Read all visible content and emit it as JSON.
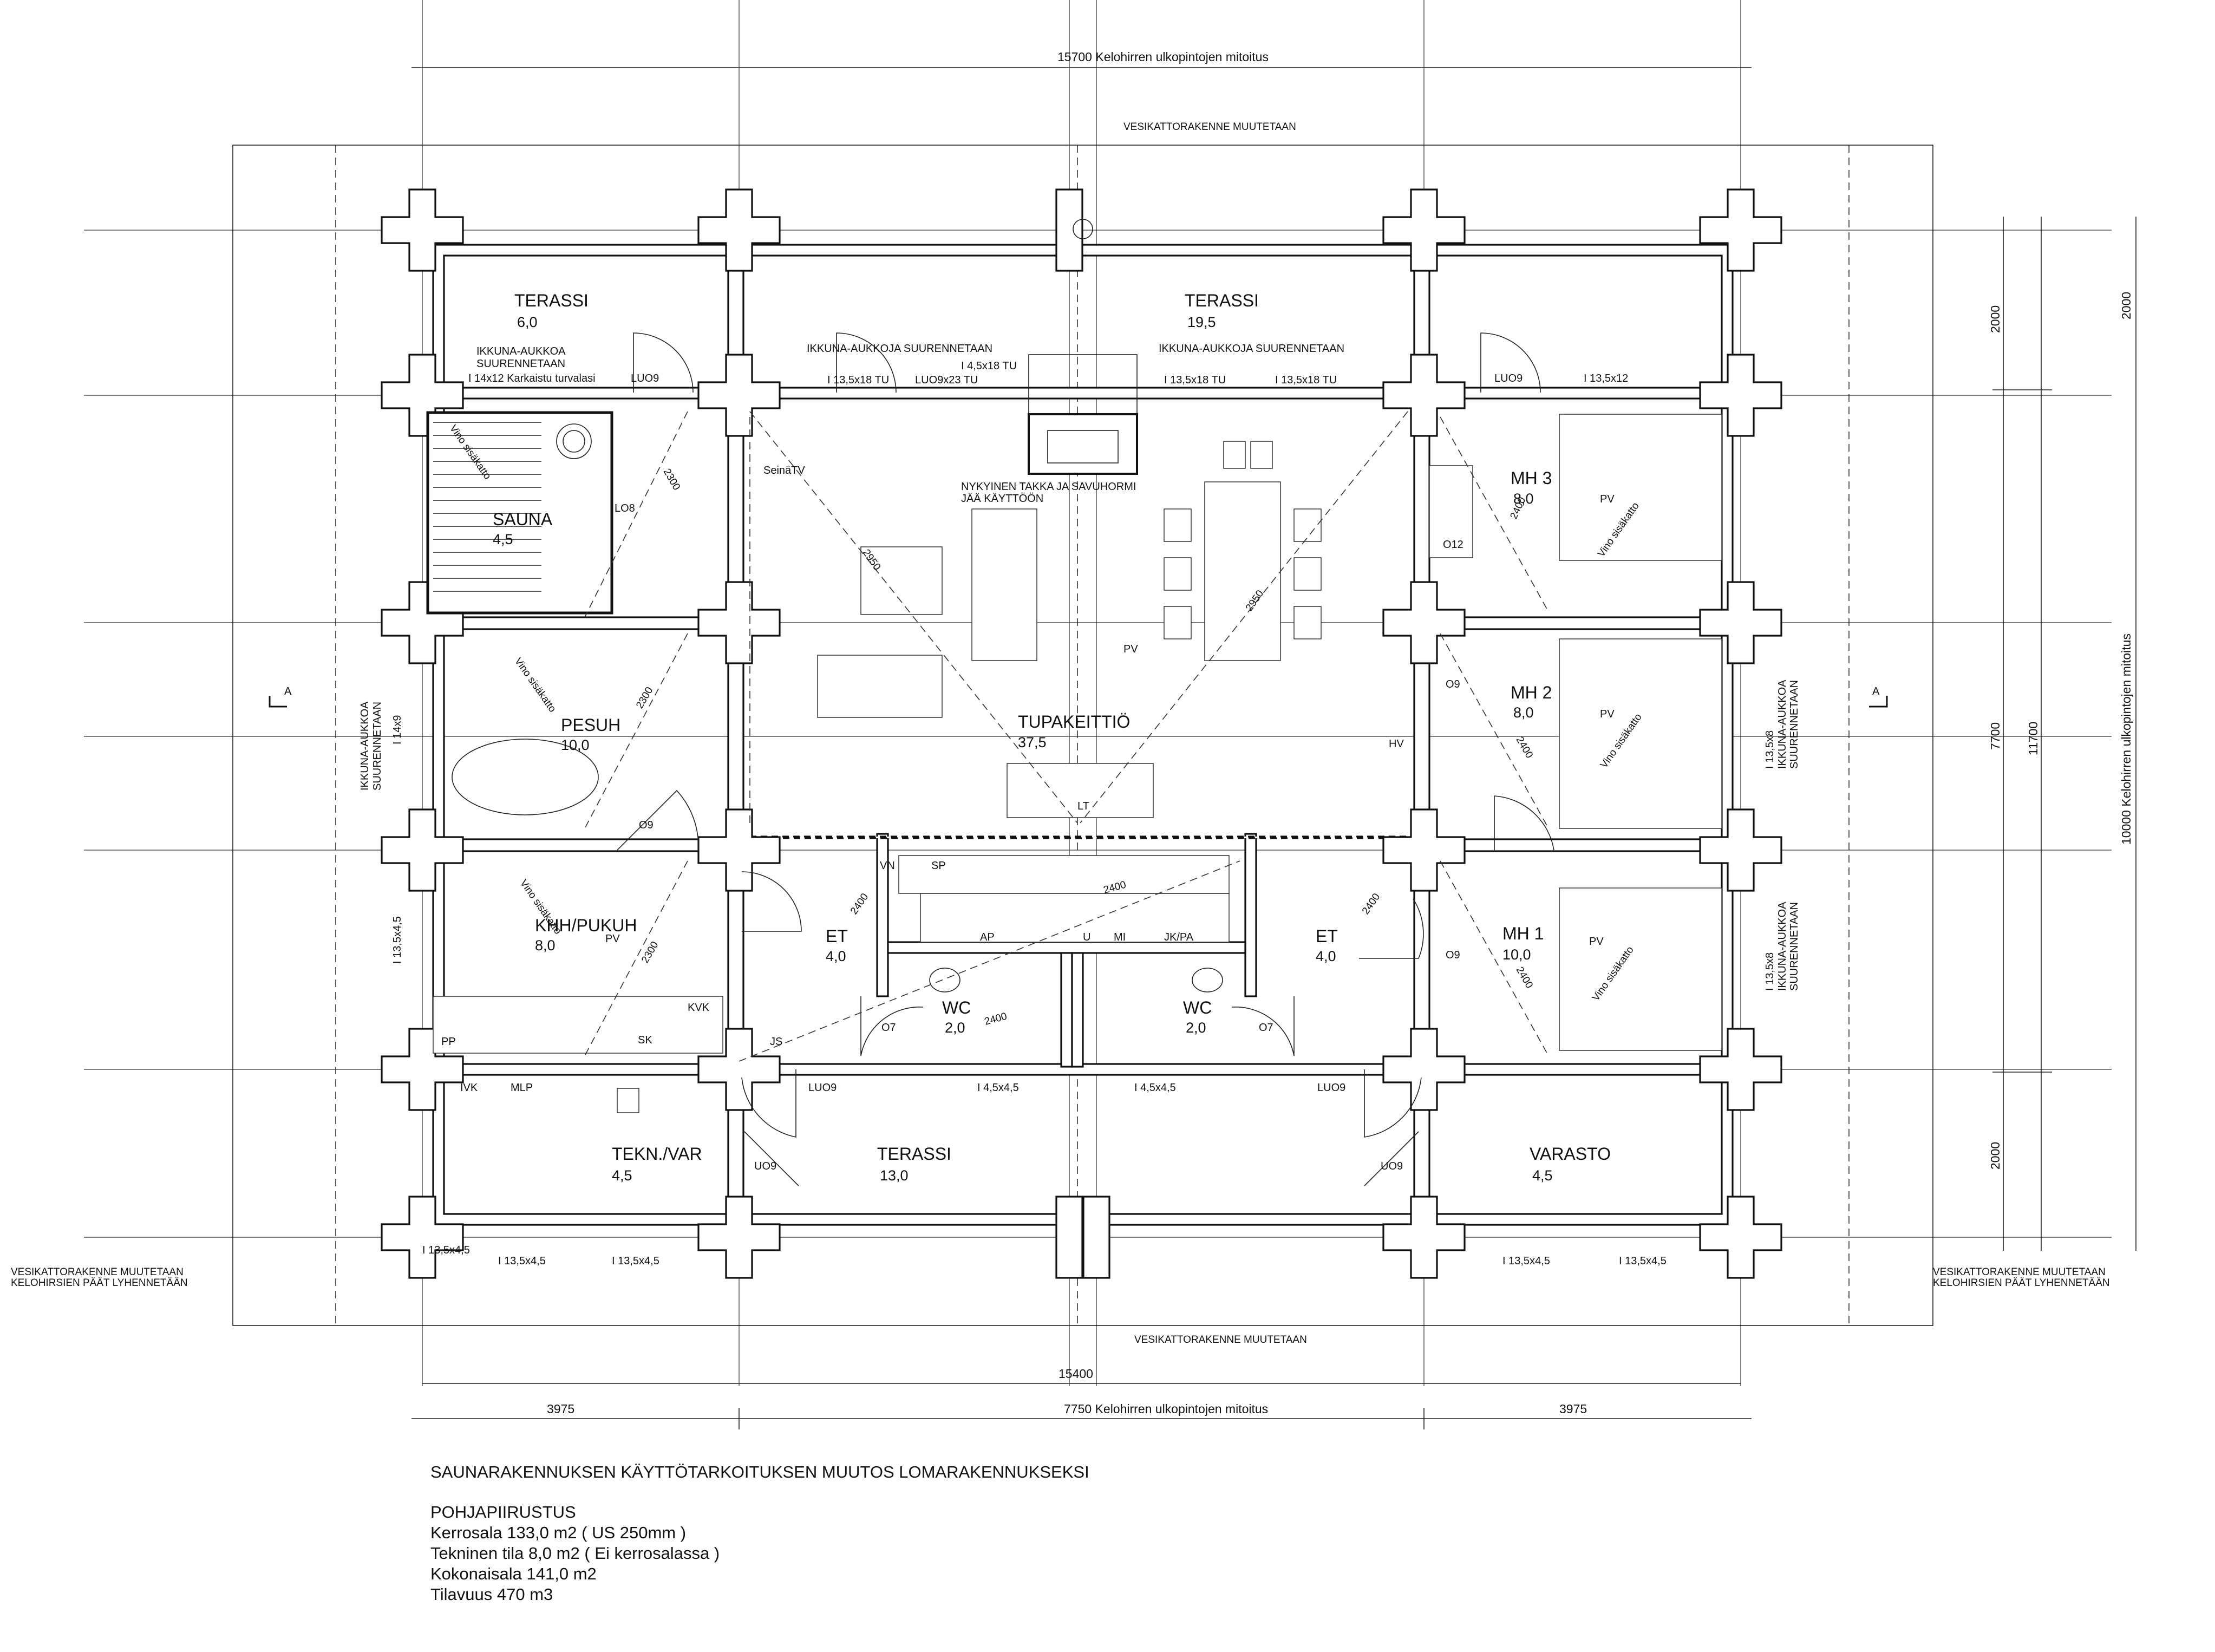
{
  "rooms": {
    "terassi_nw": {
      "name": "TERASSI",
      "area": "6,0"
    },
    "terassi_n": {
      "name": "TERASSI",
      "area": "19,5"
    },
    "sauna": {
      "name": "SAUNA",
      "area": "4,5"
    },
    "pesuh": {
      "name": "PESUH",
      "area": "10,0"
    },
    "khh": {
      "name": "KHH/PUKUH",
      "area": "8,0"
    },
    "tupakeittio": {
      "name": "TUPAKEITTIÖ",
      "area": "37,5"
    },
    "et_left": {
      "name": "ET",
      "area": "4,0"
    },
    "et_right": {
      "name": "ET",
      "area": "4,0"
    },
    "wc_left": {
      "name": "WC",
      "area": "2,0"
    },
    "wc_right": {
      "name": "WC",
      "area": "2,0"
    },
    "mh3": {
      "name": "MH 3",
      "area": "8,0"
    },
    "mh2": {
      "name": "MH 2",
      "area": "8,0"
    },
    "mh1": {
      "name": "MH 1",
      "area": "10,0"
    },
    "tekn": {
      "name": "TEKN./VAR",
      "area": "4,5"
    },
    "terassi_s": {
      "name": "TERASSI",
      "area": "13,0"
    },
    "varasto": {
      "name": "VARASTO",
      "area": "4,5"
    }
  },
  "labels": {
    "ikkuna_nw": [
      "IKKUNA-AUKKOA",
      "SUURENNETAAN"
    ],
    "karkaistu": "I 14x12 Karkaistu turvalasi",
    "luo9": "LUO9",
    "uo9": "UO9",
    "o9": "O9",
    "o7": "O7",
    "o12": "O12",
    "lo8": "LO8",
    "ikkuna_left_top": "IKKUNA-AUKKOJA SUURENNETAAN",
    "ikkuna_right_top": "IKKUNA-AUKKOJA SUURENNETAAN",
    "w_13_5x18_tu": "I 13,5x18 TU",
    "w_luo9x23_tu": "LUO9x23 TU",
    "w_4_5x18_tu": "I 4,5x18 TU",
    "w_13_5x12": "I 13,5x12",
    "w_14x9": "I 14x9",
    "w_13_5x4_5": "I 13,5x4,5",
    "w_4_5x4_5": "I 4,5x4,5",
    "w_13_5x8": "I 13,5x8",
    "ikkuna_side": [
      "IKKUNA-AUKKOA",
      "SUURENNETAAN"
    ],
    "takka": [
      "NYKYINEN TAKKA JA SAVUHORMI",
      "JÄÄ KÄYTTÖÖN"
    ],
    "seinatv": "SeinäTV",
    "vino": "Vino sisäkatto",
    "pv": "PV",
    "hv": "HV",
    "lt": "LT",
    "vn": "VN",
    "sp": "SP",
    "ap": "AP",
    "u": "U",
    "mi": "MI",
    "jkpa": "JK/PA",
    "pp": "PP",
    "sk": "SK",
    "kvk": "KVK",
    "js": "JS",
    "ivk": "IVK",
    "mlp": "MLP",
    "section": "A",
    "vesikatto": "VESIKATTORAKENNE MUUTETAAN",
    "vesikatto_side": [
      "VESIKATTORAKENNE MUUTETAAN",
      "KELOHIRSIEN PÄÄT LYHENNETÄÄN"
    ]
  },
  "dimensions": {
    "top": "15700  Kelohirren ulkopintojen mitoitus",
    "bottom_total": "15400",
    "bottom_left": "3975",
    "bottom_mid": "7750  Kelohirren ulkopintojen mitoitus",
    "bottom_right": "3975",
    "right_top": "2000",
    "right_top2": "2000",
    "right_mid": "7700",
    "right_bot": "2000",
    "right_total": "11700",
    "right_outer": "10000  Kelohirren ulkopintojen mitoitus",
    "d2300": "2300",
    "d2950": "2950",
    "d2400": "2400"
  },
  "info": {
    "title": "SAUNARAKENNUKSEN KÄYTTÖTARKOITUKSEN MUUTOS LOMARAKENNUKSEKSI",
    "subtitle": "POHJAPIIRUSTUS",
    "kerrosala": "Kerrosala 133,0 m2 ( US 250mm )",
    "tekninen": "Tekninen tila 8,0 m2 ( Ei kerrosalassa )",
    "kokonaisala": "Kokonaisala 141,0 m2",
    "tilavuus": "Tilavuus 470 m3"
  }
}
